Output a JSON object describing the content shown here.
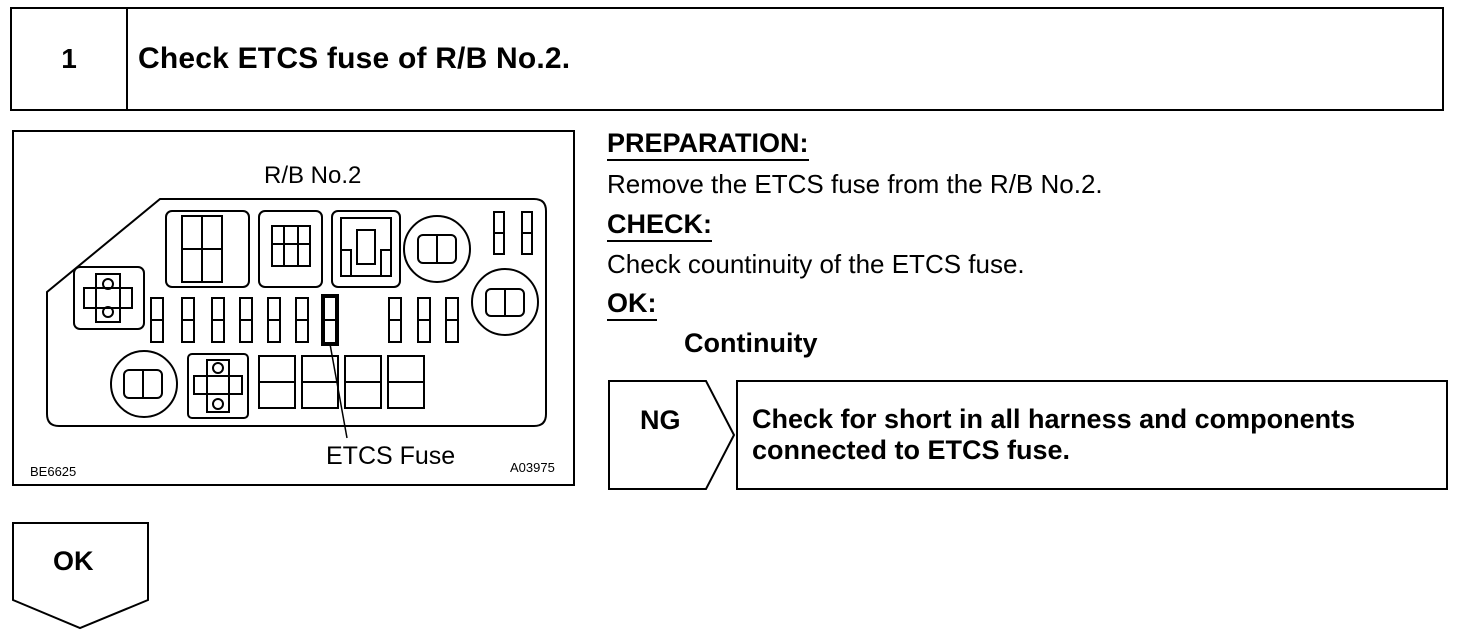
{
  "step": {
    "number": "1",
    "title": "Check ETCS fuse of R/B No.2."
  },
  "illustration": {
    "relay_block_label": "R/B No.2",
    "fuse_callout": "ETCS Fuse",
    "code_left": "BE6625",
    "code_right": "A03975"
  },
  "preparation": {
    "heading": "PREPARATION:",
    "text": "Remove the ETCS fuse from the R/B No.2."
  },
  "check": {
    "heading": "CHECK:",
    "text": "Check countinuity of the ETCS fuse."
  },
  "ok_criteria": {
    "heading": "OK:",
    "value": "Continuity"
  },
  "ng_branch": {
    "label": "NG",
    "action_line1": "Check for short in all harness and components",
    "action_line2": "connected to ETCS fuse."
  },
  "ok_branch": {
    "label": "OK"
  }
}
